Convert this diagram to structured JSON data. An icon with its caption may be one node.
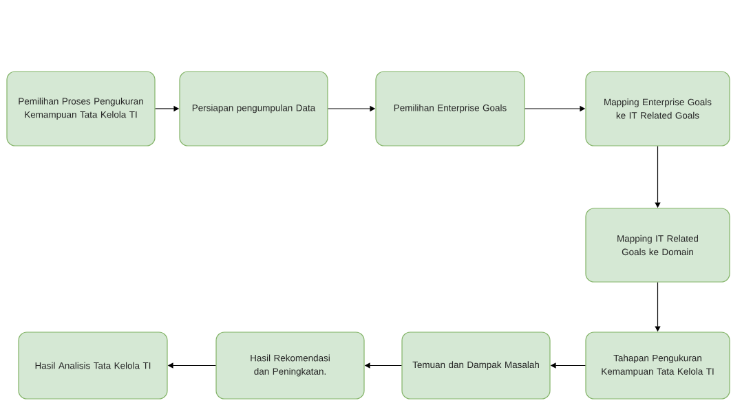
{
  "diagram": {
    "nodes": [
      {
        "text": [
          "Pemilihan Proses Pengukuran Kemampuan  Tata Kelola TI"
        ]
      },
      {
        "text": [
          "Persiapan pengumpulan Data"
        ]
      },
      {
        "text": [
          "Pemilihan Enterprise Goals"
        ]
      },
      {
        "text": [
          "Mapping Enterprise Goals ke IT Related Goals"
        ]
      },
      {
        "text": [
          "Mapping IT Related Goals ke Domain"
        ]
      },
      {
        "text": [
          "Tahapan Pengukuran Kemampuan Tata Kelola TI"
        ]
      },
      {
        "text": [
          "Temuan dan Dampak Masalah"
        ]
      },
      {
        "text": [
          "Hasil Rekomendasi dan Peningkatan."
        ]
      },
      {
        "text": [
          "Hasil Analisis Tata Kelola TI"
        ]
      }
    ],
    "edges": [
      {
        "from": 0,
        "to": 1,
        "arrow": "to"
      },
      {
        "from": 1,
        "to": 2,
        "arrow": "to"
      },
      {
        "from": 2,
        "to": 3,
        "arrow": "to"
      },
      {
        "from": 3,
        "to": 4,
        "arrow": "to"
      },
      {
        "from": 4,
        "to": 5,
        "arrow": "to"
      },
      {
        "from": 5,
        "to": 6,
        "arrow": "to"
      },
      {
        "from": 6,
        "to": 7,
        "arrow": "to"
      },
      {
        "from": 7,
        "to": 8,
        "arrow": "to"
      }
    ]
  }
}
